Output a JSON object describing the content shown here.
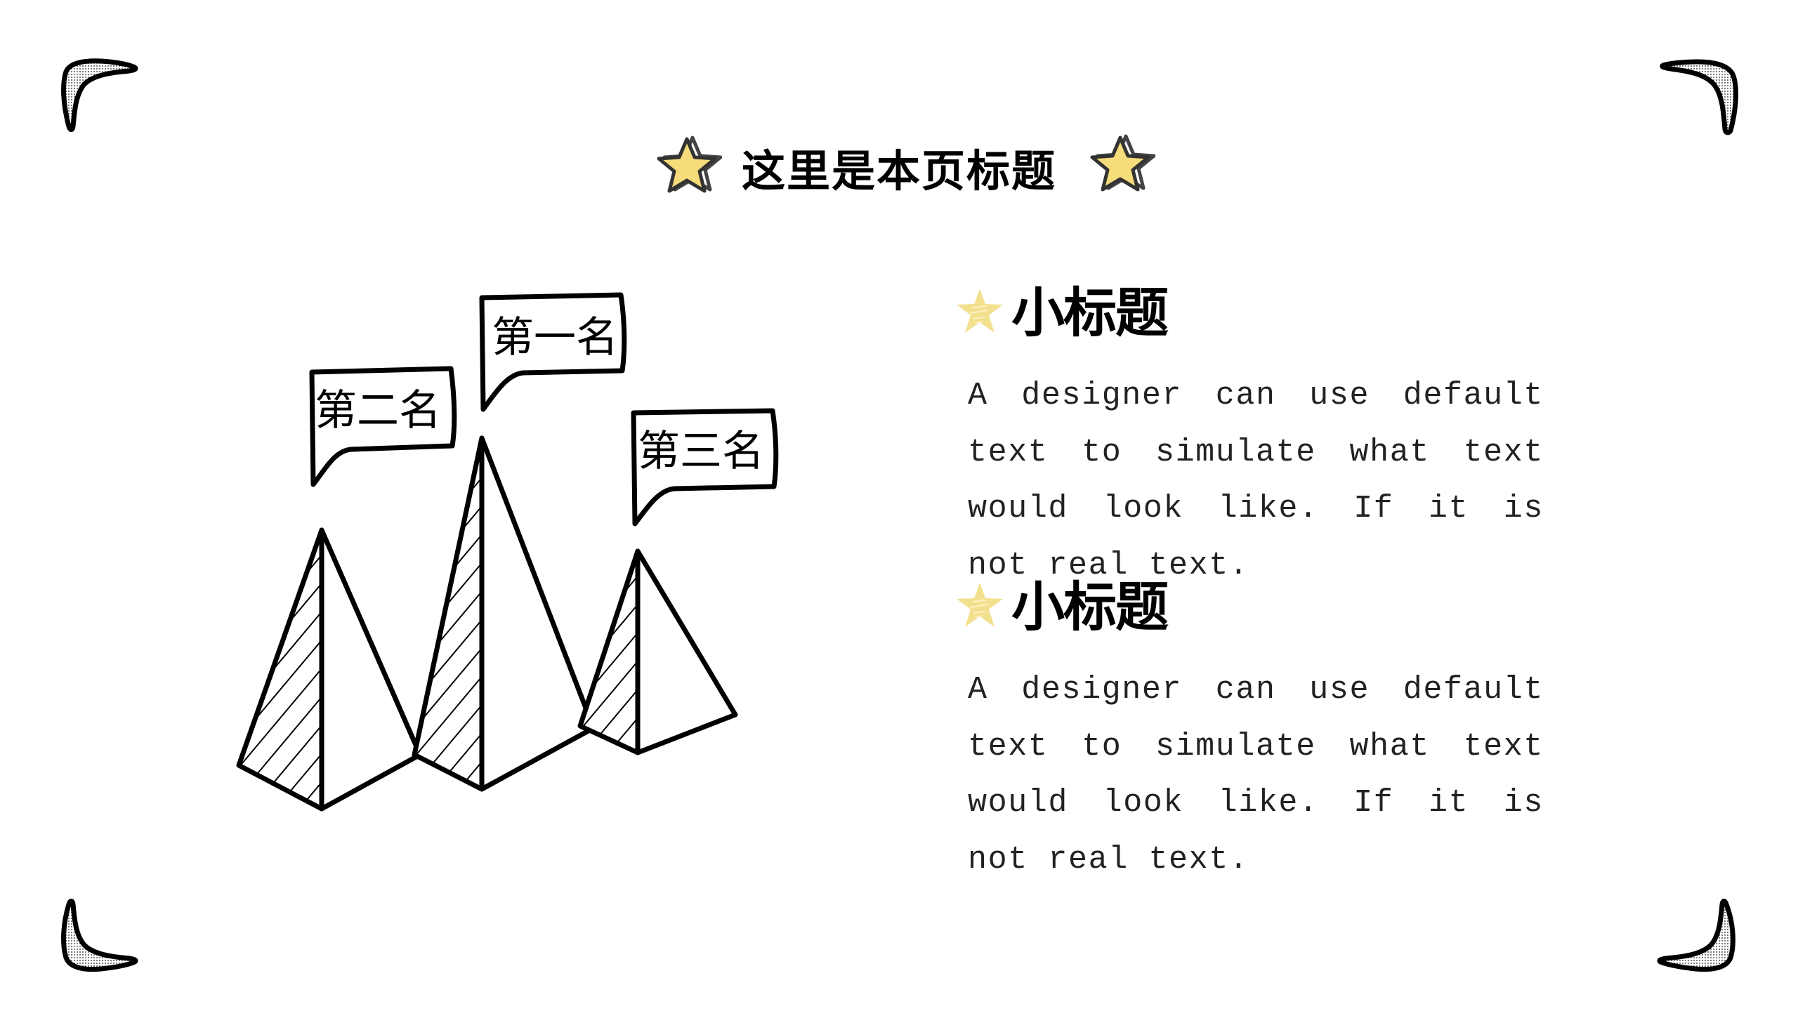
{
  "slide": {
    "title": "这里是本页标题",
    "colors": {
      "star_fill": "#f6dc7a",
      "star_outline": "#333333",
      "sub_star_fill": "#f3e08e",
      "corner_fill": "#c8c8c8",
      "ink": "#000000"
    }
  },
  "ranking_graphic": {
    "bubbles": [
      {
        "label": "第二名",
        "rank": 2
      },
      {
        "label": "第一名",
        "rank": 1
      },
      {
        "label": "第三名",
        "rank": 3
      }
    ]
  },
  "sections": [
    {
      "heading": "小标题",
      "body": "A designer can use default text to simulate what text would look like. If it is not real text."
    },
    {
      "heading": "小标题",
      "body": "A designer can use default text to simulate what text would look like. If it is not real text."
    }
  ],
  "icons": {
    "title_star": "star-icon",
    "section_star": "star-icon",
    "corner": "boomerang-corner-icon"
  }
}
